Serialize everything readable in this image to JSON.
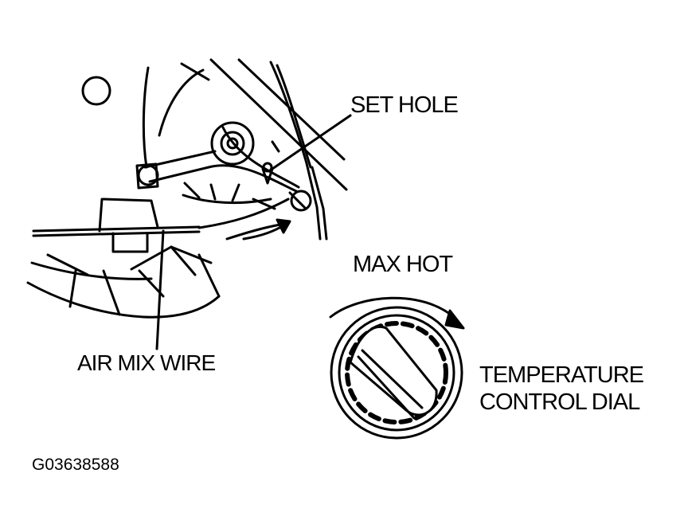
{
  "figure_id": "G03638588",
  "labels": {
    "set_hole": "SET HOLE",
    "max_hot": "MAX HOT",
    "air_mix_wire": "AIR MIX WIRE",
    "temp_dial_line1": "TEMPERATURE",
    "temp_dial_line2": "CONTROL DIAL"
  },
  "colors": {
    "ink": "#000000",
    "paper": "#ffffff"
  }
}
